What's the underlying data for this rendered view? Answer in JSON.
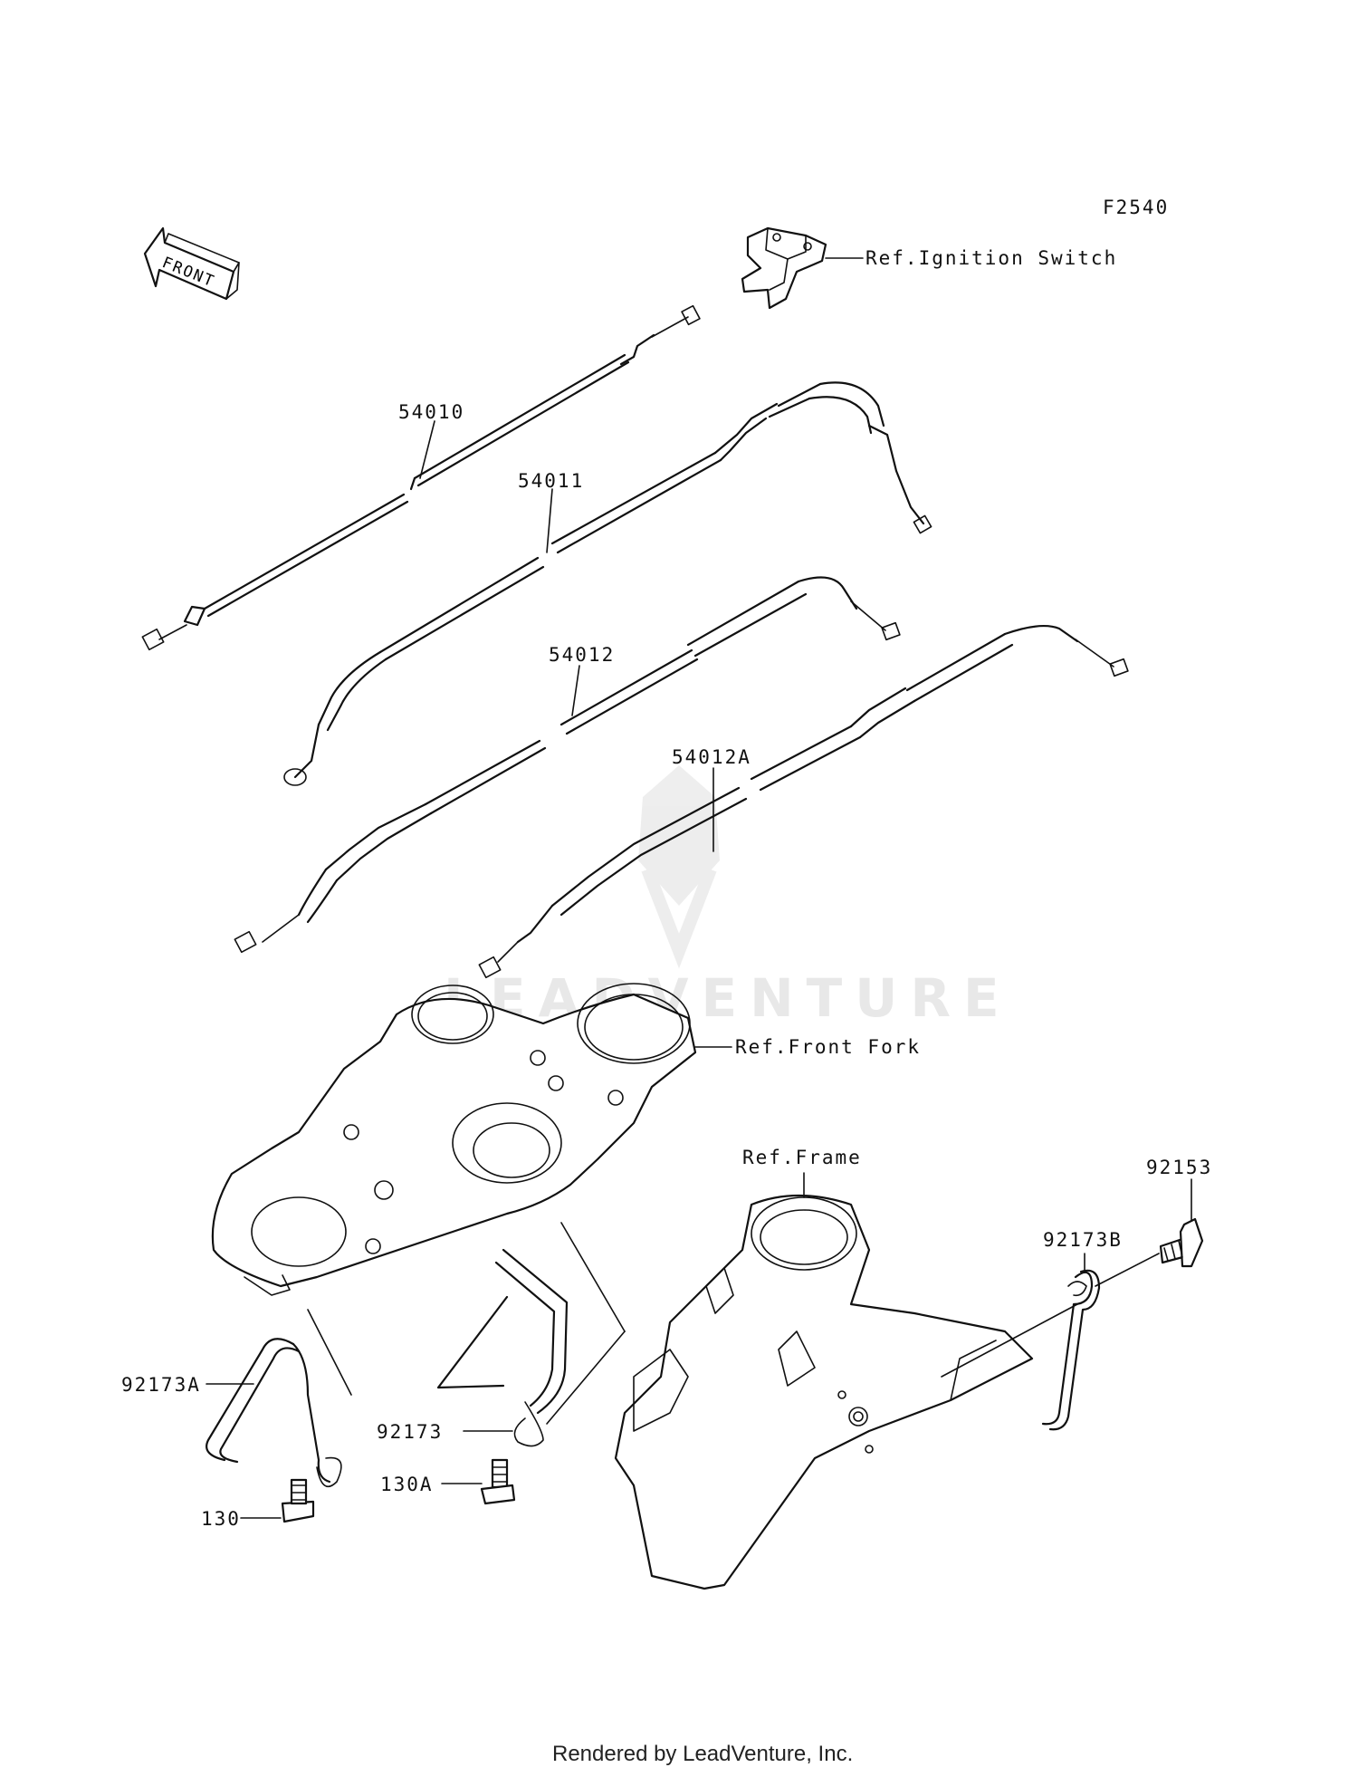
{
  "diagram_code": "F2540",
  "front_arrow_label": "FRONT",
  "watermark": "LEADVENTURE",
  "footer": "Rendered by LeadVenture, Inc.",
  "part_labels": {
    "p54010": "54010",
    "p54011": "54011",
    "p54012": "54012",
    "p54012A": "54012A",
    "p92173A": "92173A",
    "p92173": "92173",
    "p92173B": "92173B",
    "p92153": "92153",
    "p130": "130",
    "p130A": "130A"
  },
  "ref_labels": {
    "ignition_switch": "Ref.Ignition Switch",
    "front_fork": "Ref.Front Fork",
    "frame": "Ref.Frame"
  }
}
